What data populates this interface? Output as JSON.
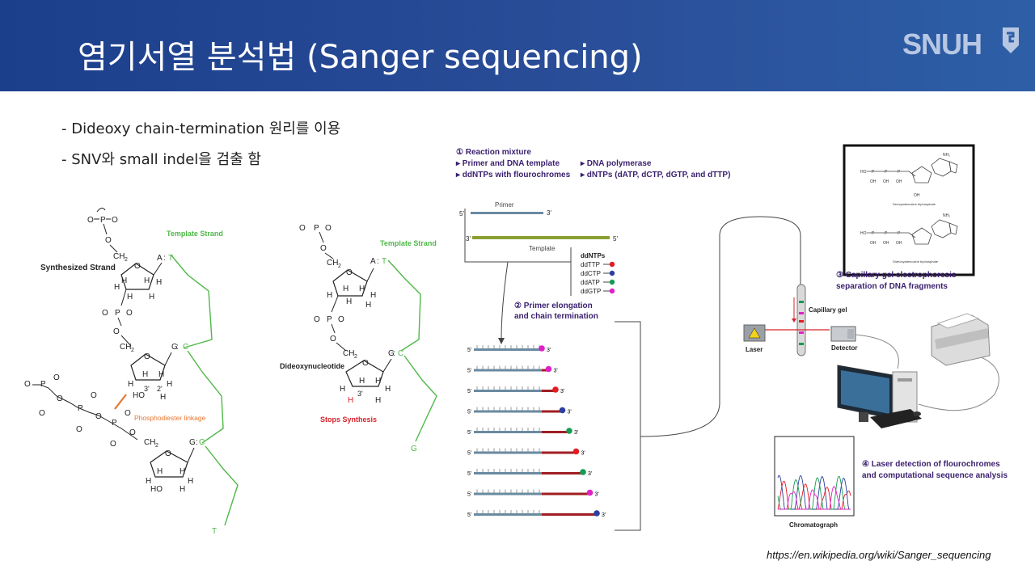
{
  "slide": {
    "title": "염기서열 분석법 (Sanger sequencing)",
    "logo_text": "SNUH",
    "bullets": [
      "- Dideoxy chain-termination 원리를 이용",
      "- SNV와 small indel을 검출 함"
    ],
    "source": "https://en.wikipedia.org/wiki/Sanger_sequencing"
  },
  "colors": {
    "header": "#1f4390",
    "template_green": "#4fb848",
    "red_label": "#d6232a",
    "orange_label": "#e8762d",
    "purple_text": "#3a1f6e",
    "ddttp": "#e31b23",
    "ddctp": "#2a3fa0",
    "ddatp": "#159b52",
    "ddgtp": "#e020c8"
  },
  "left_structure": {
    "synth_label": "Synthesized Strand",
    "template_label": "Template Strand",
    "phospho_label": "Phosphodiester linkage",
    "bases": [
      "A",
      "T",
      "G",
      "C",
      "C",
      "G",
      "T"
    ],
    "ch2": "CH",
    "sub2": "2",
    "ho": "HO",
    "h": "H",
    "o": "O",
    "p": "P",
    "pos3": "3'",
    "pos2": "2'"
  },
  "mid_structure": {
    "template_label": "Template Strand",
    "dideoxy_label": "Dideoxynucleotide",
    "stops_label": "Stops Synthesis",
    "bases": [
      "A",
      "T",
      "G",
      "C",
      "G"
    ]
  },
  "process": {
    "step1_title": "① Reaction mixture",
    "step1_items": [
      "▸ Primer and DNA template",
      "▸ DNA polymerase",
      "▸ ddNTPs with flourochromes",
      "▸ dNTPs (dATP, dCTP, dGTP, and dTTP)"
    ],
    "primer_label": "Primer",
    "template_label": "Template",
    "five_prime": "5'",
    "three_prime": "3'",
    "ddntps_title": "ddNTPs",
    "ddntps": [
      "ddTTP",
      "ddCTP",
      "ddATP",
      "ddGTP"
    ],
    "step2_lines": [
      "② Primer elongation",
      "and chain termination"
    ],
    "step3_lines": [
      "③ Capillary gel electrophoresis",
      "separation of DNA fragments"
    ],
    "capillary_label": "Capillary gel",
    "laser_label": "Laser",
    "detector_label": "Detector",
    "step4_lines": [
      "④ Laser detection of flourochromes",
      "and computational sequence analysis"
    ],
    "chromatograph_label": "Chromatograph",
    "nt_labels": [
      "Deoxyadenosine triphosphate",
      "Dideoxyadenosine triphosphate"
    ],
    "nh2": "NH₂",
    "oh": "OH",
    "fragment_tip_colors": [
      "#e020c8",
      "#e020c8",
      "#e31b23",
      "#2a3fa0",
      "#159b52",
      "#e31b23",
      "#159b52",
      "#e020c8",
      "#2a3fa0"
    ]
  }
}
